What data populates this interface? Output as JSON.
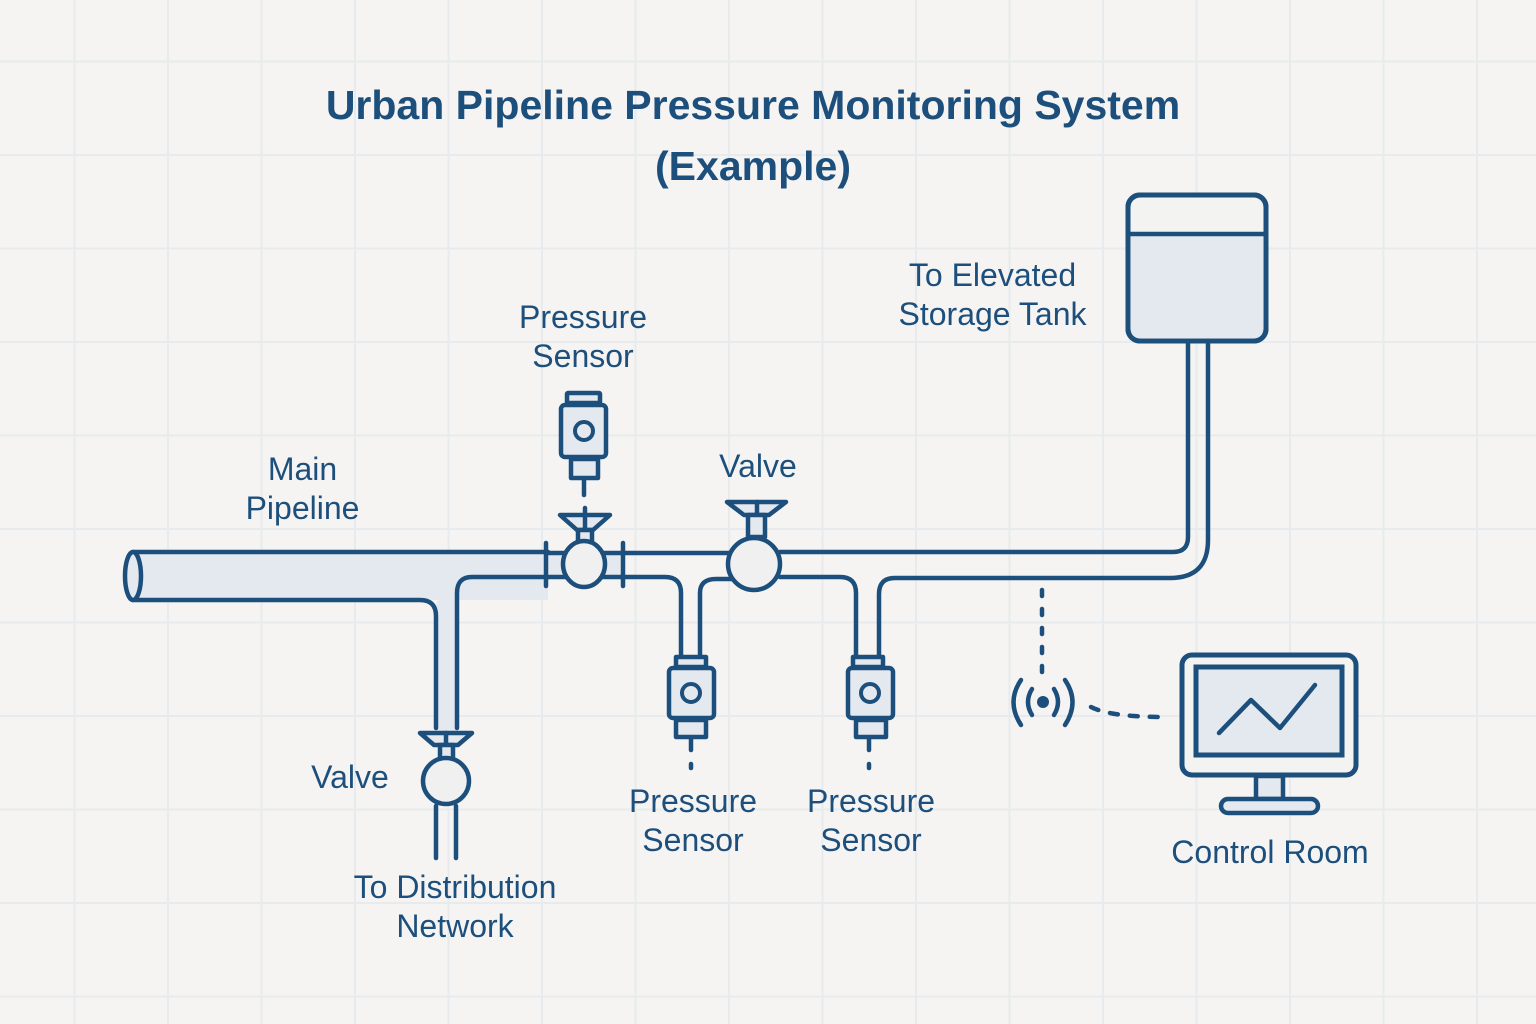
{
  "title": {
    "line1": "Urban Pipeline Pressure Monitoring System",
    "line2": "(Example)"
  },
  "labels": {
    "main_pipeline": [
      "Main",
      "Pipeline"
    ],
    "top_sensor": [
      "Pressure",
      "Sensor"
    ],
    "valve_top": "Valve",
    "valve_bottom": "Valve",
    "storage_tank": [
      "To Elevated",
      "Storage Tank"
    ],
    "sensor_bottom_left": [
      "Pressure",
      "Sensor"
    ],
    "sensor_bottom_right": [
      "Pressure",
      "Sensor"
    ],
    "distribution": [
      "To Distribution",
      "Network"
    ],
    "control_room": "Control Room"
  },
  "components": [
    {
      "id": "main-pipeline",
      "type": "pipe"
    },
    {
      "id": "top-pressure-sensor",
      "type": "pressure-sensor"
    },
    {
      "id": "inline-valve-1",
      "type": "valve"
    },
    {
      "id": "inline-valve-2",
      "type": "valve"
    },
    {
      "id": "distribution-valve",
      "type": "valve"
    },
    {
      "id": "pressure-sensor-2",
      "type": "pressure-sensor"
    },
    {
      "id": "pressure-sensor-3",
      "type": "pressure-sensor"
    },
    {
      "id": "elevated-storage-tank",
      "type": "tank"
    },
    {
      "id": "wireless-transmitter",
      "type": "antenna"
    },
    {
      "id": "control-room-monitor",
      "type": "monitor"
    }
  ],
  "colors": {
    "stroke": "#1d4f7c",
    "fill": "#e4e9ef",
    "background": "#f5f4f2",
    "grid": "#e8ebee"
  }
}
